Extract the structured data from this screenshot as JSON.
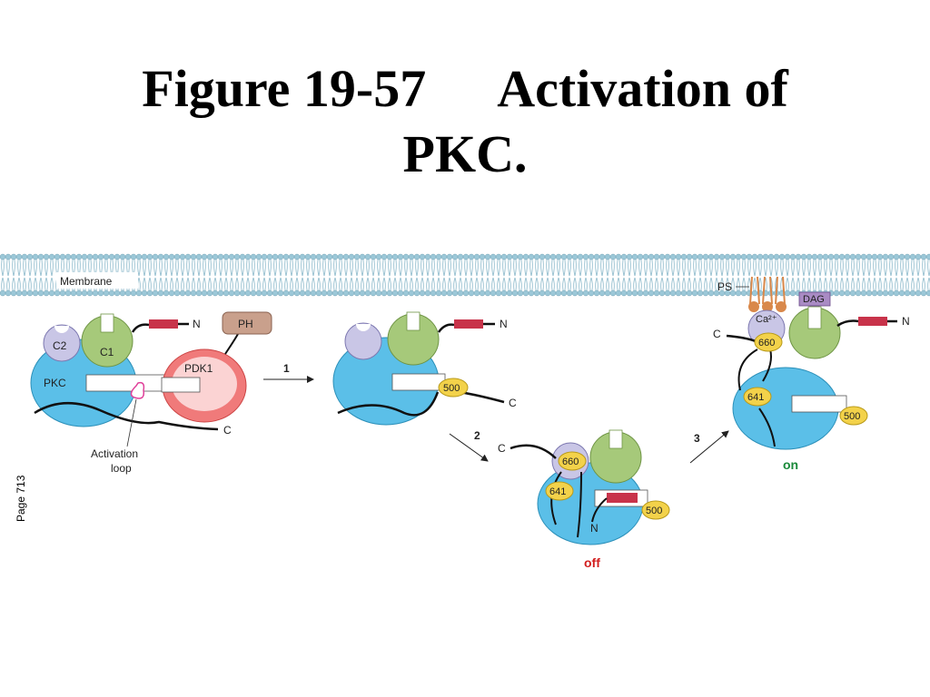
{
  "title": {
    "figure": "Figure 19-57",
    "caption_line1": "Activation of",
    "caption_line2": "PKC."
  },
  "page_label": "Page 713",
  "colors": {
    "membrane": "#9cc8d8",
    "pkc_body": "#5bbfe8",
    "c1_domain": "#a6c97a",
    "c2_domain": "#c9c6e6",
    "pdk1": "#f07a7a",
    "ph_domain": "#c9a08c",
    "pseudosubstrate": "#c8334a",
    "phospho_site": "#f3d24a",
    "activation_loop": "#e0409a",
    "dag": "#a98bc4",
    "ps": "#d9884a",
    "off_text": "#d21f1f",
    "on_text": "#1a8a3a"
  },
  "labels": {
    "membrane": "Membrane",
    "c2": "C2",
    "c1": "C1",
    "pkc": "PKC",
    "n": "N",
    "c": "C",
    "ph": "PH",
    "pdk1": "PDK1",
    "activation_loop_line1": "Activation",
    "activation_loop_line2": "loop",
    "ps": "PS",
    "dag": "DAG",
    "ca": "Ca²⁺"
  },
  "sites": {
    "s500": "500",
    "s641": "641",
    "s660": "660"
  },
  "steps": {
    "step1": "1",
    "step2": "2",
    "step3": "3"
  },
  "states": {
    "off": "off",
    "on": "on"
  }
}
